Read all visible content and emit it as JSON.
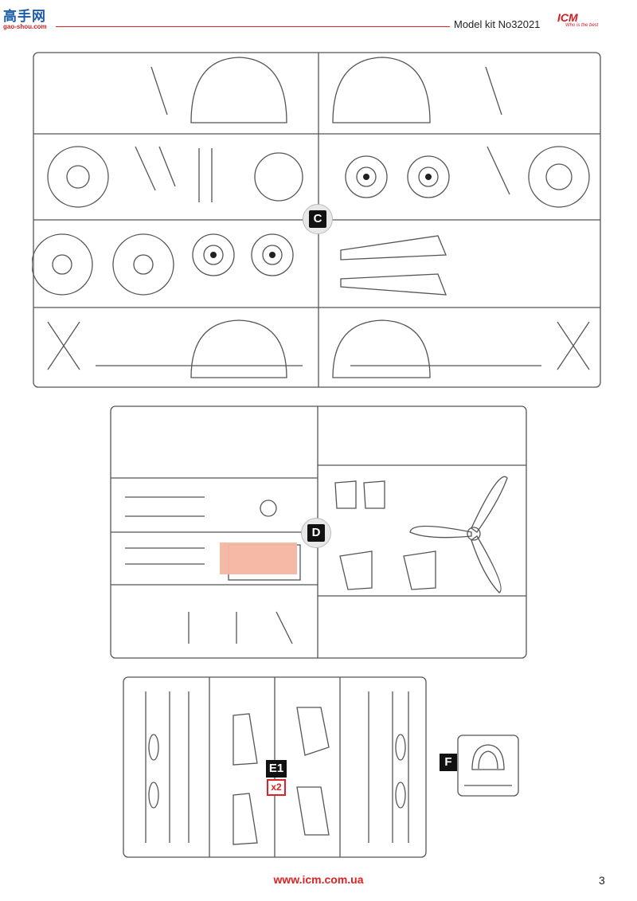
{
  "header": {
    "site_logo": "高手网",
    "site_domain": "gao-shou.com",
    "model_kit": "Model kit No32021",
    "brand": "ICM",
    "brand_tagline": "Who is the best"
  },
  "sprues": {
    "c_label": "C",
    "d_label": "D",
    "e_label": "E1",
    "e_multiplier": "x2",
    "f_label": "F"
  },
  "footer": {
    "url": "www.icm.com.ua",
    "page_number": "3"
  },
  "colors": {
    "accent_red": "#d22222",
    "highlight": "#f4b6a0",
    "outline": "#555555"
  }
}
